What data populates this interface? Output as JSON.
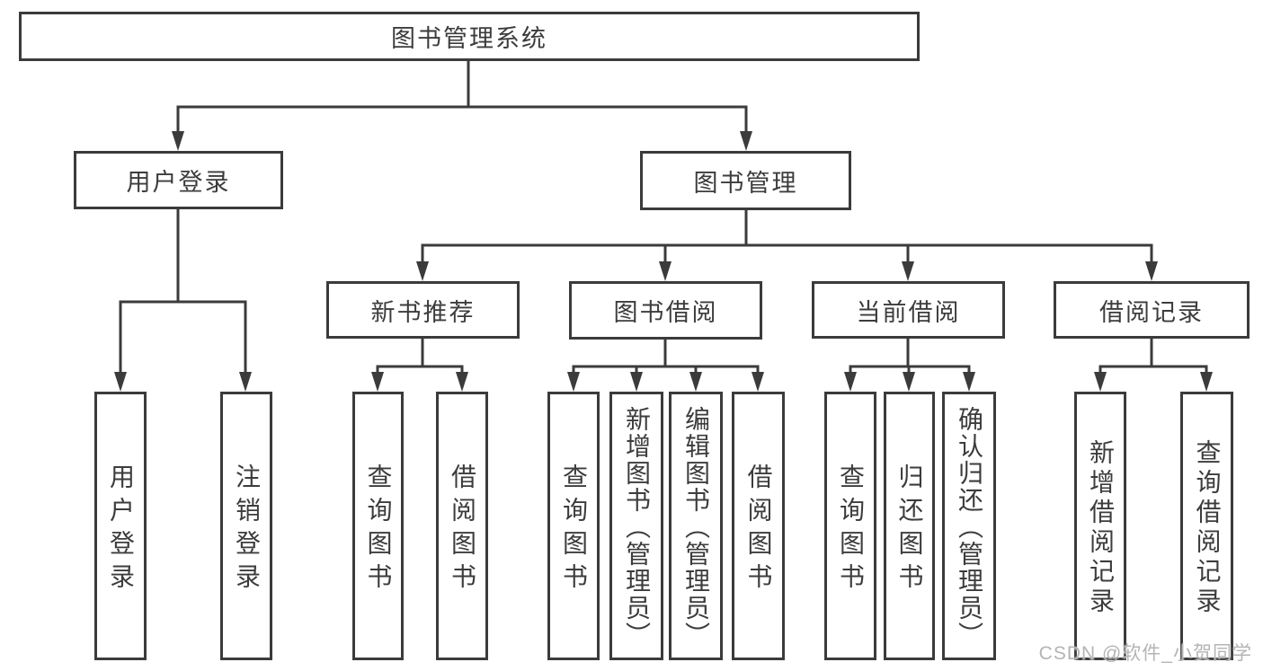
{
  "diagram": {
    "title": "图书管理系统",
    "nodes": {
      "root": "图书管理系统",
      "user_login": "用户登录",
      "book_mgmt": "图书管理",
      "new_book_rec": "新书推荐",
      "book_borrow": "图书借阅",
      "current_borrow": "当前借阅",
      "borrow_record": "借阅记录",
      "leaf_user_login": "用户登录",
      "leaf_logout": "注销登录",
      "leaf_query_book_1": "查询图书",
      "leaf_borrow_book_1": "借阅图书",
      "leaf_query_book_2": "查询图书",
      "leaf_add_book": "新增图书（管理员）",
      "leaf_edit_book": "编辑图书（管理员）",
      "leaf_borrow_book_2": "借阅图书",
      "leaf_query_book_3": "查询图书",
      "leaf_return_book": "归还图书",
      "leaf_confirm_return": "确认归还（管理员）",
      "leaf_add_record": "新增借阅记录",
      "leaf_query_record": "查询借阅记录"
    },
    "hierarchy": {
      "图书管理系统": {
        "用户登录": [
          "用户登录",
          "注销登录"
        ],
        "图书管理": {
          "新书推荐": [
            "查询图书",
            "借阅图书"
          ],
          "图书借阅": [
            "查询图书",
            "新增图书（管理员）",
            "编辑图书（管理员）",
            "借阅图书"
          ],
          "当前借阅": [
            "查询图书",
            "归还图书",
            "确认归还（管理员）"
          ],
          "借阅记录": [
            "新增借阅记录",
            "查询借阅记录"
          ]
        }
      }
    },
    "colors": {
      "line": "#3b3b3b",
      "text": "#3c3c3c",
      "watermark": "#b4b4b4",
      "background": "#ffffff"
    }
  },
  "watermark": "CSDN @软件_小贺同学"
}
